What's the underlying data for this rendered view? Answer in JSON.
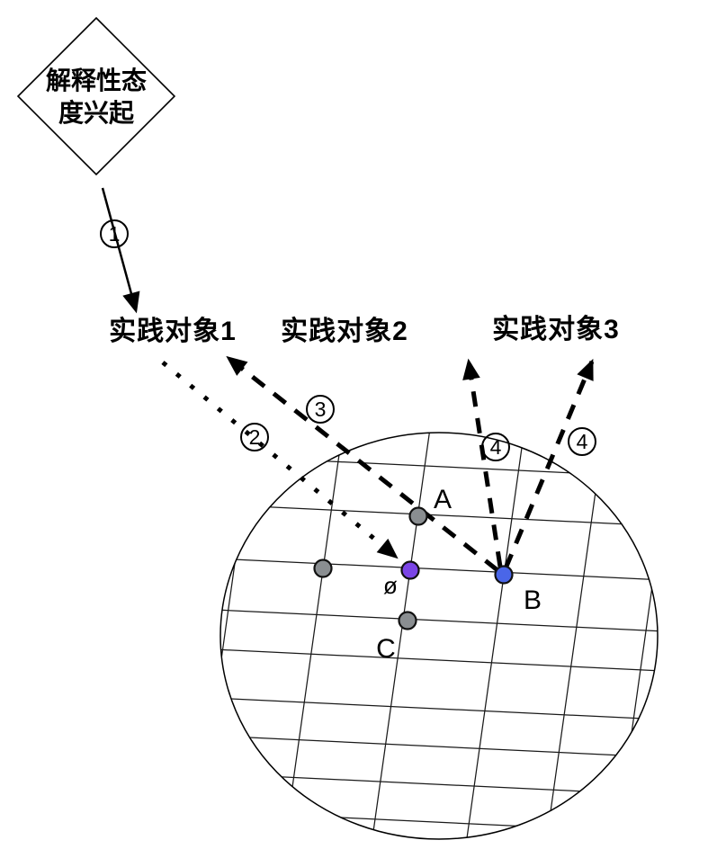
{
  "diagram": {
    "diamond": {
      "label_line1": "解释性态",
      "label_line2": "度兴起"
    },
    "practice_objects": {
      "object1": "实践对象1",
      "object2": "实践对象2",
      "object3": "实践对象3"
    },
    "step_numbers": {
      "step1": "1",
      "step2": "2",
      "step3": "3",
      "step4_left": "4",
      "step4_right": "4"
    },
    "points": {
      "a": "A",
      "b": "B",
      "c": "C",
      "origin": "ø"
    },
    "colors": {
      "origin_dot": "#7b45e6",
      "b_dot": "#4a66e8",
      "gray_dot": "#8a8e91",
      "line": "#000000"
    }
  }
}
